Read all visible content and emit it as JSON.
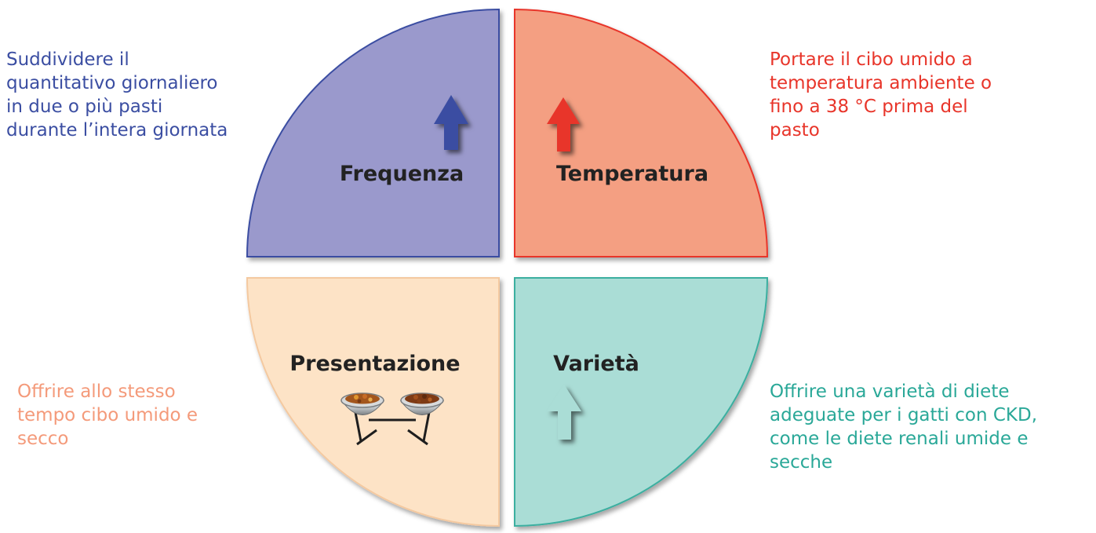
{
  "colors": {
    "frequenza_fill": "#9a99cc",
    "frequenza_stroke": "#3b4ea2",
    "temperatura_fill": "#f49f82",
    "temperatura_stroke": "#e8352a",
    "presentazione_fill": "#fde3c6",
    "presentazione_stroke": "#f4c9a0",
    "varieta_fill": "#aaddd6",
    "varieta_stroke": "#3aafa0",
    "text_frequenza": "#3b4ea2",
    "text_temperatura": "#e8352a",
    "text_presentazione": "#f49a7a",
    "text_varieta": "#2aa898",
    "label": "#222222"
  },
  "quadrants": {
    "frequenza": {
      "label": "Frequenza",
      "description": "Suddividere il\nquantitativo giornaliero\nin due o più pasti\ndurante l’intera giornata",
      "arrow_icon": "arrow-up-icon"
    },
    "temperatura": {
      "label": "Temperatura",
      "description": "Portare il cibo umido a\ntemperatura ambiente o\nfino a 38 °C prima del\npasto",
      "arrow_icon": "arrow-up-icon"
    },
    "presentazione": {
      "label": "Presentazione",
      "description": "Offrire allo stesso\ntempo cibo umido e\nsecco",
      "image_icon": "food-bowls-icon"
    },
    "varieta": {
      "label": "Varietà",
      "description": "Offrire una varietà di diete\nadeguate per i gatti con CKD,\ncome le diete renali umide e\nsecche",
      "arrow_icon": "arrow-up-icon"
    }
  }
}
